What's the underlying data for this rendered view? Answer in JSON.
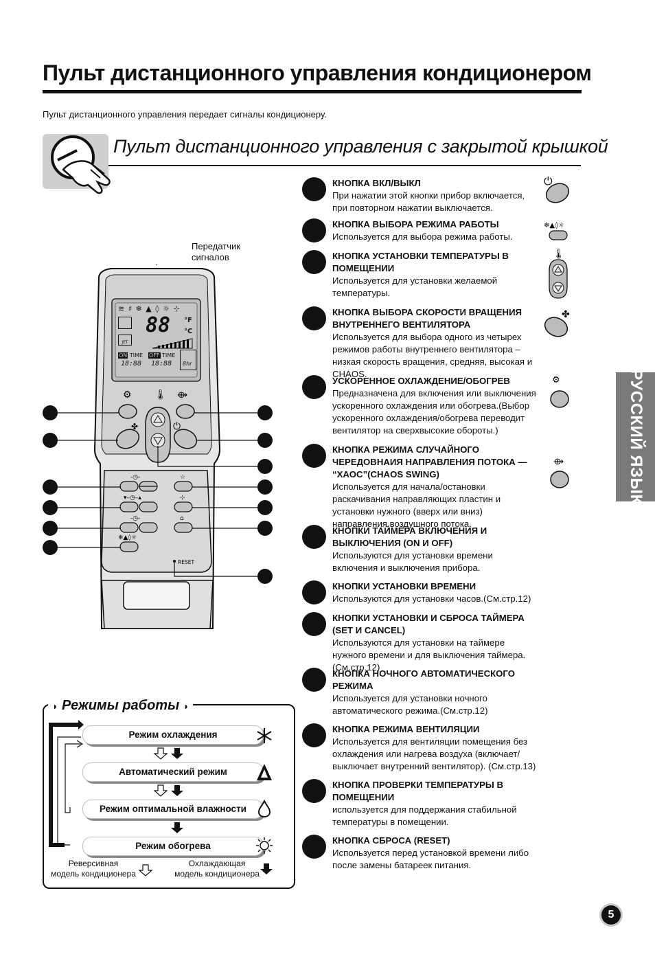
{
  "title": "Пульт дистанционного управления кондиционером",
  "intro": "Пульт дистанционного управления передает сигналы кондиционеру.",
  "section_title": "Пульт дистанционного управления с закрытой крышкой",
  "transmitter_label": "Передатчик\nсигналов",
  "side_tab": "РУССКИЙ ЯЗЫК",
  "remote": {
    "lcd_on": "ON",
    "lcd_off": "OFF",
    "lcd_time": "TIME",
    "lcd_digits": "88",
    "lcd_time_digits": "18:88",
    "lcd_unit_f": "°F",
    "lcd_unit_c": "°C",
    "lcd_jet": "JET",
    "lcd_hours": "8hr",
    "reset_label": "RESET"
  },
  "items": [
    {
      "heading": "КНОПКА ВКЛ/ВЫКЛ",
      "desc": "При нажатии этой кнопки прибор включается, при повторном нажатии выключается.",
      "icon": "power-icon"
    },
    {
      "heading": "КНОПКА ВЫБОРА РЕЖИМА РАБОТЫ",
      "desc": "Используется для выбора режима работы.",
      "icon": "mode-icons"
    },
    {
      "heading": "КНОПКА УСТАНОВКИ ТЕМПЕРАТУРЫ В ПОМЕЩЕНИИ",
      "desc": "Используется для установки желаемой температуры.",
      "icon": "thermometer-icon"
    },
    {
      "heading": "КНОПКА ВЫБОРА СКОРОСТИ ВРАЩЕНИЯ ВНУТРЕННЕГО ВЕНТИЛЯТОРА",
      "desc": "Используется для выбора одного из четырех режимов работы внутреннего вентилятора – низкая скорость вращения, средняя, высокая и CHAOS.",
      "icon": "fan-icon"
    },
    {
      "heading": "УСКОРЕННОЕ ОХЛАЖДЕНИЕ/ОБОГРЕВ",
      "desc": "Предназначена для включения или выключения ускоренного охлаждения или обогрева.(Выбор ускоренного охлаждения/обогрева переводит вентилятор на сверхвысокие обороты.)",
      "icon": "jet-icon"
    },
    {
      "heading": "КНОПКА РЕЖИМА СЛУЧАЙНОГО ЧЕРЕДОВНАИЯ  НАПРАВЛЕНИЯ  ПОТОКА — “ХАОС”(CHAOS SWING)",
      "desc": "Используется для начала/остановки раскачивания направляющих пластин и установки нужного (вверх или вниз) направления воздушного потока.",
      "icon": "swing-icon"
    },
    {
      "heading": "КНОПКИ ТАЙМЕРА ВКЛЮЧЕНИЯ И ВЫКЛЮЧЕНИЯ (ON И OFF)",
      "desc": "Используются для установки времени включения и выключения прибора."
    },
    {
      "heading": "КНОПКИ УСТАНОВКИ ВРЕМЕНИ",
      "desc": "Используются для установки часов.(См.стр.12)"
    },
    {
      "heading": "КНОПКИ УСТАНОВКИ И СБРОСА ТАЙМЕРА (SET И CANCEL)",
      "desc": "Используются для установки на таймере нужного времени и для выключения таймера.(См.стр.12)"
    },
    {
      "heading": "КНОПКА НОЧНОГО АВТОМАТИЧЕСКОГО РЕЖИМА",
      "desc": "Используется для установки ночного автоматического режима.(См.стр.12)"
    },
    {
      "heading": "КНОПКА РЕЖИМА ВЕНТИЛЯЦИИ",
      "desc": "Используется для вентиляции помещения без охлаждения или нагрева воздуха (включает/выключает внутренний вентилятор). (См.стр.13)"
    },
    {
      "heading": "КНОПКА ПРОВЕРКИ ТЕМПЕРАТУРЫ В ПОМЕЩЕНИИ",
      "desc": "используется для поддержания стабильной температуры в помещении."
    },
    {
      "heading": "КНОПКА СБРОСА (RESET)",
      "desc": "Используется перед установкой времени либо после замены батареек питания."
    }
  ],
  "modes": {
    "title": "Режимы работы",
    "list": [
      {
        "label": "Режим охлаждения",
        "icon": "snowflake-icon"
      },
      {
        "label": "Автоматический режим",
        "icon": "auto-icon"
      },
      {
        "label": "Режим  оптимальной влажности",
        "icon": "drop-icon"
      },
      {
        "label": "Режим обогрева",
        "icon": "sun-icon"
      }
    ],
    "legend_left": "Реверсивная\nмодель кондиционера",
    "legend_right": "Охлаждающая\nмодель кондиционера"
  },
  "page_number": "5"
}
